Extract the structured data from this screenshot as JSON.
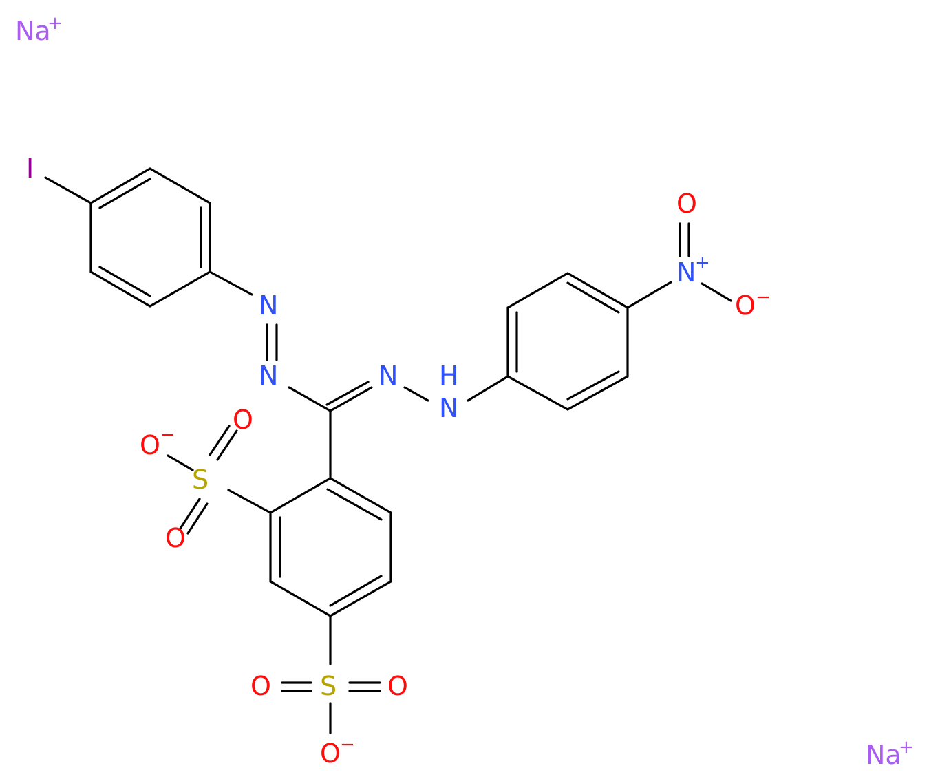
{
  "colors": {
    "carbon": "#000000",
    "nitrogen": "#3050F8",
    "oxygen": "#FF0D0D",
    "sulfur": "#B5A300",
    "iodine": "#940094",
    "sodium": "#AB5CF2"
  },
  "labels": {
    "na1": "Na",
    "na1_charge": "+",
    "na2": "Na",
    "na2_charge": "+",
    "iodine": "I",
    "azo_n1": "N",
    "azo_n2": "N",
    "hydrazone_n": "N",
    "nh": "N",
    "nh_h": "H",
    "nitro_n": "N",
    "nitro_n_charge": "+",
    "nitro_o1": "O",
    "nitro_o2": "O",
    "nitro_o2_charge": "−",
    "s1": "S",
    "s1_o1": "O",
    "s1_o1_charge": "−",
    "s1_o2": "O",
    "s1_o3": "O",
    "s2": "S",
    "s2_o1": "O",
    "s2_o2": "O",
    "s2_o3": "O",
    "s2_o3_charge": "−"
  }
}
